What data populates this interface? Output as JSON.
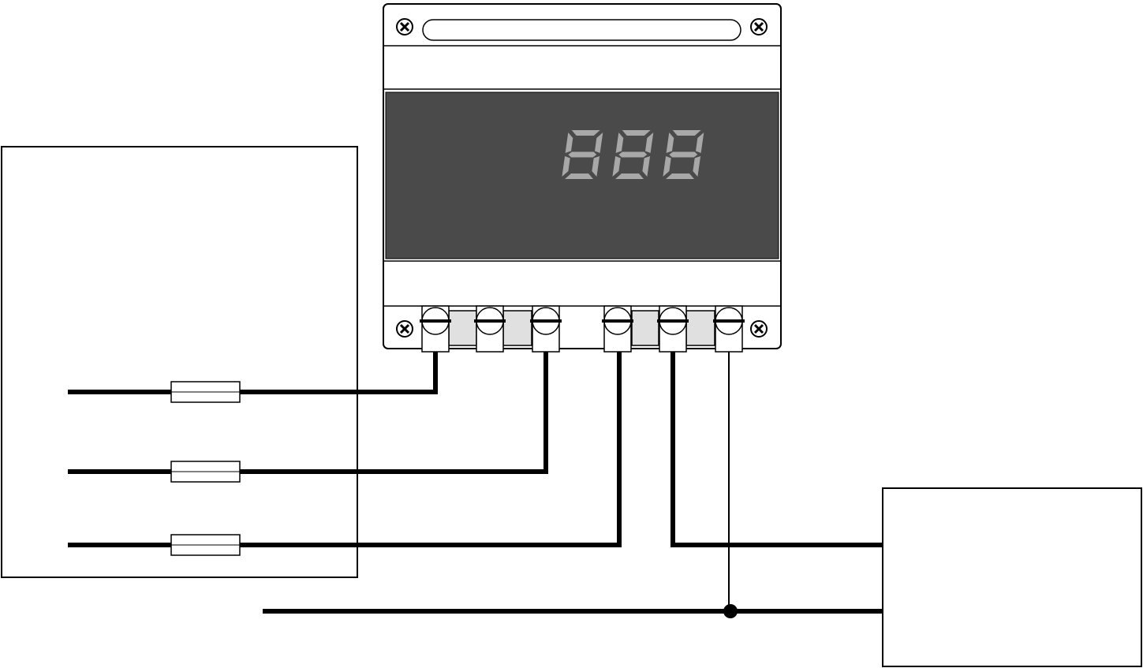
{
  "display": {
    "readout": "888",
    "panel_color": "#4a4a4a",
    "segment_color": "#a8a8a8"
  },
  "colors": {
    "wire": "#000000",
    "terminal_separator": "#e0e0e0",
    "background": "#ffffff"
  },
  "terminals": {
    "left_group_count": 3,
    "right_group_count": 3
  },
  "icons": [
    "mount-screw-icon",
    "terminal-screw-icon",
    "fuse-icon",
    "junction-dot-icon"
  ]
}
